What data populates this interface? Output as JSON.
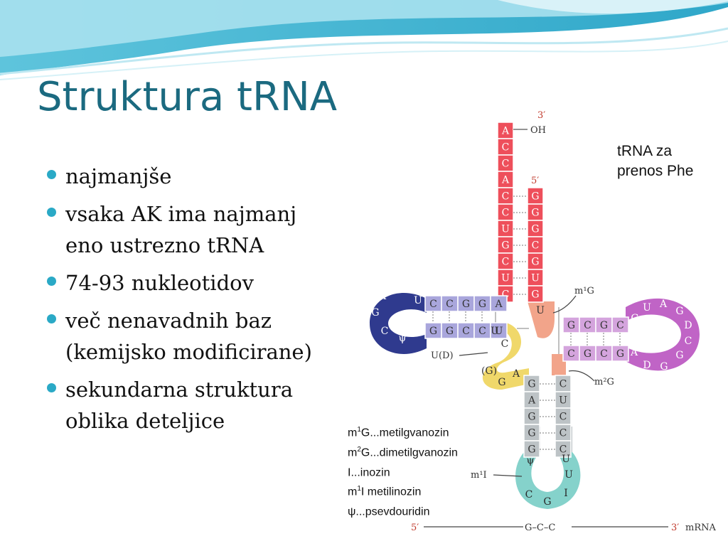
{
  "slide": {
    "title": "Struktura tRNA",
    "bullets": [
      [
        "najmanjše"
      ],
      [
        "vsaka AK ima najmanj",
        "eno ustrezno tRNA"
      ],
      [
        "74-93 nukleotidov"
      ],
      [
        "več nenavadnih baz",
        "(kemijsko modificirane)"
      ],
      [
        "sekundarna struktura",
        "oblika deteljice"
      ]
    ]
  },
  "figure": {
    "caption_lines": [
      "tRNA za",
      "prenos Phe"
    ],
    "legend": [
      {
        "base": "m",
        "sup": "1",
        "rest": "G...metilgvanozin"
      },
      {
        "base": "m",
        "sup": "2",
        "rest": "G...dimetilgvanozin"
      },
      {
        "base": "",
        "sup": "",
        "rest": "I...inozin"
      },
      {
        "base": "m",
        "sup": "1",
        "rest": "I metilinozin"
      },
      {
        "base": "ψ",
        "sup": "",
        "rest": "...psevdouridin"
      }
    ],
    "labels": {
      "three_prime": "3′",
      "oh": "OH",
      "five_prime": "5′",
      "m1G": "m¹G",
      "m2G": "m²G",
      "uD": "U(D)",
      "m1I": "m¹I",
      "mrna_5": "5′",
      "mrna_3": "3′",
      "mrna": "mRNA",
      "codon": "G–C–C"
    },
    "colors": {
      "acceptor": "#ee4f5b",
      "acceptor_stem_5": "#f07a82",
      "d_arm": "#a9a6dc",
      "d_loop": "#2f3a8e",
      "hinge": "#f0d86a",
      "anticodon": "#bdc3c6",
      "anticodon_loop": "#85d2cb",
      "t_arm": "#d4a4dd",
      "t_loop": "#c064c6",
      "salmon": "#f2a48a"
    },
    "strands": {
      "acceptor_3": [
        "A",
        "C",
        "C",
        "A",
        "C",
        "C",
        "U",
        "G",
        "C",
        "U",
        "C"
      ],
      "acceptor_5": [
        "G",
        "G",
        "G",
        "C",
        "G",
        "U",
        "G"
      ],
      "d_stem_top": [
        "C",
        "C",
        "G",
        "G",
        "A"
      ],
      "d_stem_bottom": [
        "G",
        "G",
        "C",
        "C",
        "U"
      ],
      "d_loop": [
        "A",
        "U",
        "G",
        "C",
        "ψ",
        "T",
        "U"
      ],
      "t_stem_top": [
        "G",
        "C",
        "G",
        "C"
      ],
      "t_stem_bottom": [
        "C",
        "G",
        "C",
        "G"
      ],
      "t_loop": [
        "G",
        "U",
        "A",
        "G",
        "D",
        "C",
        "G",
        "G",
        "D",
        "A"
      ],
      "ac_stem_left": [
        "G",
        "A",
        "G",
        "G",
        "G"
      ],
      "ac_stem_right": [
        "C",
        "U",
        "C",
        "C",
        "C"
      ],
      "ac_loop": [
        "ψ",
        "C",
        "G",
        "I",
        "U",
        "U"
      ],
      "hinge": [
        "U",
        "C",
        "(G)",
        "G",
        "A"
      ]
    }
  }
}
